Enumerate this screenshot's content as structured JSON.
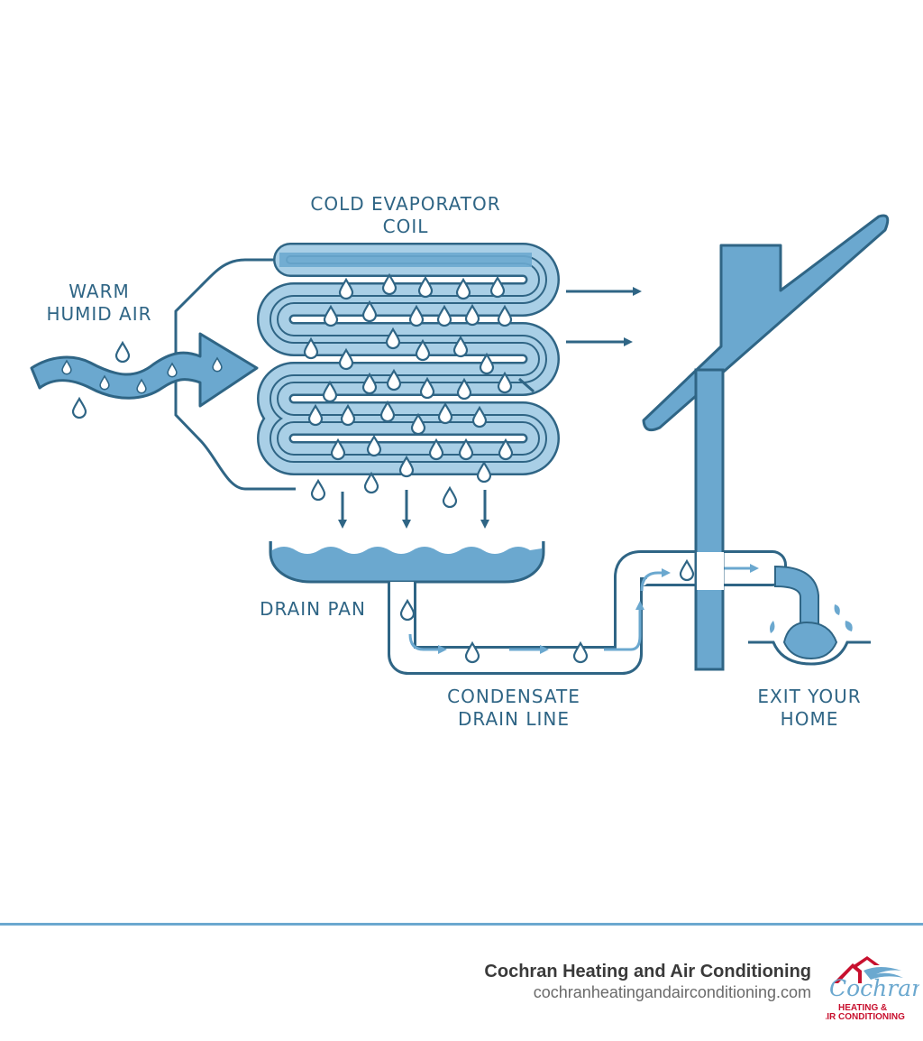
{
  "labels": {
    "coil_line1": "COLD EVAPORATOR",
    "coil_line2": "COIL",
    "air_line1": "WARM",
    "air_line2": "HUMID AIR",
    "drain_pan": "DRAIN PAN",
    "drain_line1": "CONDENSATE",
    "drain_line2": "DRAIN LINE",
    "exit_line1": "EXIT YOUR",
    "exit_line2": "HOME"
  },
  "footer": {
    "company": "Cochran Heating and Air Conditioning",
    "url": "cochranheatingandairconditioning.com",
    "logo_script": "Cochran",
    "logo_line1": "HEATING &",
    "logo_line2": "AIR CONDITIONING"
  },
  "colors": {
    "dark_blue": "#2f6585",
    "mid_blue": "#6ba8cf",
    "light_blue": "#a9cfe6",
    "logo_red": "#c8102e"
  }
}
